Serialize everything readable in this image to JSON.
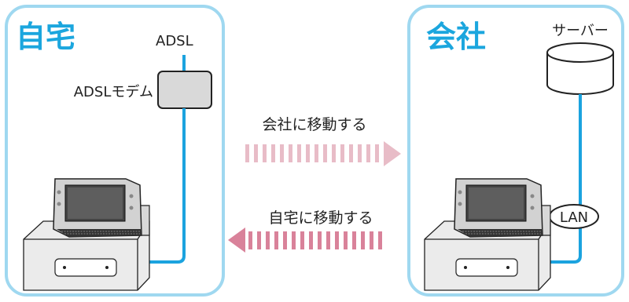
{
  "home": {
    "title": "自宅",
    "line_label": "ADSL",
    "modem_label": "ADSLモデム"
  },
  "office": {
    "title": "会社",
    "server_label": "サーバー",
    "lan_label": "LAN"
  },
  "transitions": {
    "to_office": "会社に移動する",
    "to_home": "自宅に移動する"
  },
  "colors": {
    "frame": "#9fd8f0",
    "title": "#1ba6de",
    "cable": "#1ba3df",
    "arrow_right": "#e8bcc7",
    "arrow_left": "#d9829a"
  }
}
